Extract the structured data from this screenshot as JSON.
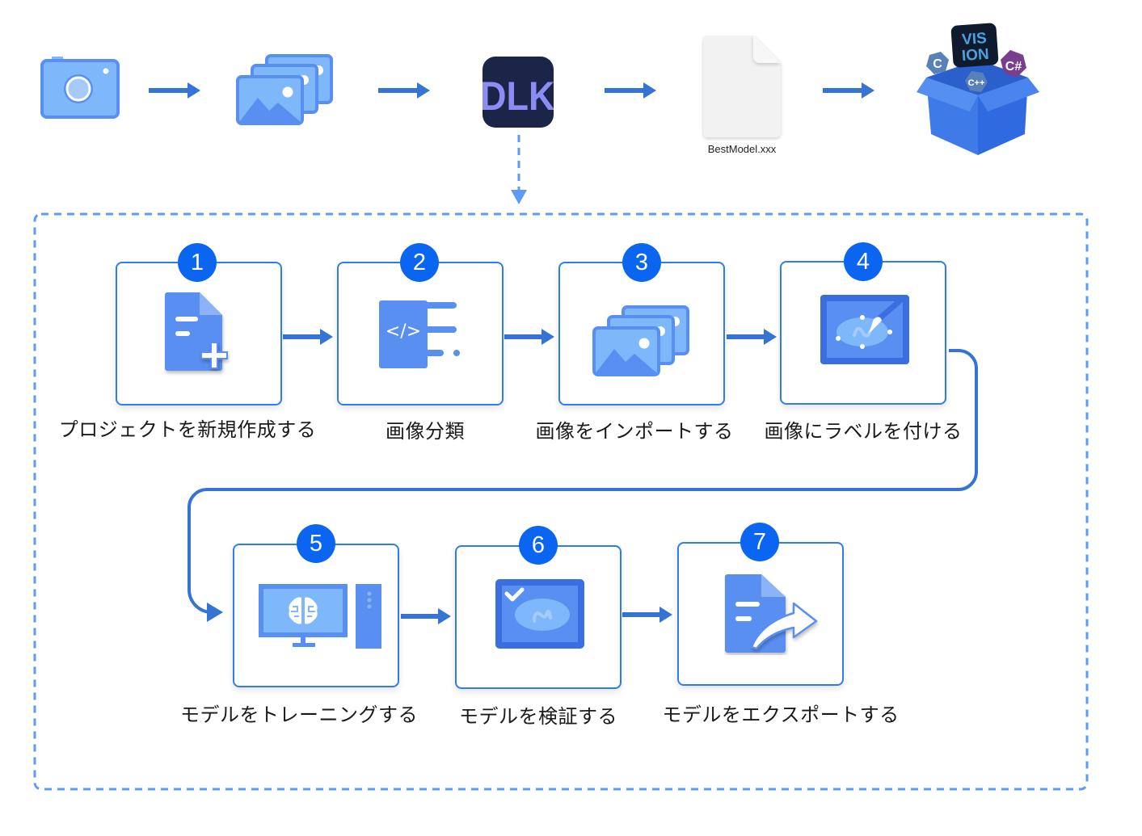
{
  "diagram": {
    "colors": {
      "accent": "#2f7cf0",
      "badge": "#0a66f0",
      "arrow": "#3574d4",
      "dashed": "#5b9bf5",
      "icon_light": "#7fb8fa",
      "icon_mid": "#5a8ff2",
      "icon_dark": "#3b6fe0",
      "logo_bg": "#1b2548",
      "logo_text": "#8c8cf5"
    },
    "pipeline": [
      {
        "id": "camera",
        "icon": "camera-icon"
      },
      {
        "id": "images",
        "icon": "image-stack-icon"
      },
      {
        "id": "app",
        "icon": "dlk-logo-icon",
        "logo_text": "DLK"
      },
      {
        "id": "model-file",
        "icon": "file-icon",
        "label": "BestModel.xxx"
      },
      {
        "id": "sdk-box",
        "icon": "sdk-box-icon",
        "badges": [
          "C",
          "VISION",
          "C++",
          "C#"
        ]
      }
    ],
    "steps": [
      {
        "number": "1",
        "label": "プロジェクトを新規作成する",
        "icon": "new-document-icon"
      },
      {
        "number": "2",
        "label": "画像分類",
        "icon": "code-classify-icon",
        "icon_text": "</>"
      },
      {
        "number": "3",
        "label": "画像をインポートする",
        "icon": "image-stack-icon"
      },
      {
        "number": "4",
        "label": "画像にラベルを付ける",
        "icon": "label-image-icon"
      },
      {
        "number": "5",
        "label": "モデルをトレーニングする",
        "icon": "train-computer-icon"
      },
      {
        "number": "6",
        "label": "モデルを検証する",
        "icon": "validate-image-icon"
      },
      {
        "number": "7",
        "label": "モデルをエクスポートする",
        "icon": "export-document-icon"
      }
    ]
  }
}
